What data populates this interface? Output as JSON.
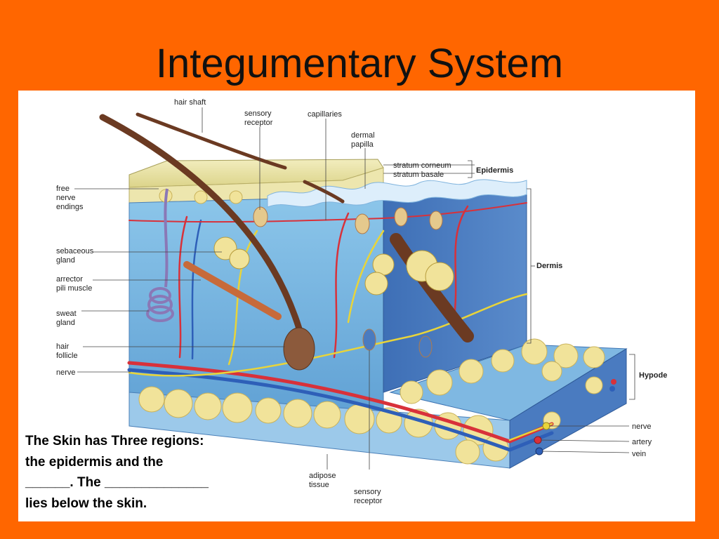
{
  "slide": {
    "title": "Integumentary System"
  },
  "labels": {
    "hair_shaft": "hair shaft",
    "sensory_receptor_top": [
      "sensory",
      "receptor"
    ],
    "capillaries": "capillaries",
    "dermal_papilla": [
      "dermal",
      "papilla"
    ],
    "stratum_corneum": "stratum corneum",
    "stratum_basale": "stratum basale",
    "epidermis": "Epidermis",
    "free_nerve_endings": [
      "free",
      "nerve",
      "endings"
    ],
    "sebaceous_gland": [
      "sebaceous",
      "gland"
    ],
    "arrector_pili_muscle": [
      "arrector",
      "pili muscle"
    ],
    "sweat_gland": [
      "sweat",
      "gland"
    ],
    "hair_follicle": [
      "hair",
      "follicle"
    ],
    "nerve_left": "nerve",
    "dermis": "Dermis",
    "hypodermis": "Hypode",
    "nerve_right": "nerve",
    "artery": "artery",
    "vein": "vein",
    "adipose_tissue": [
      "adipose",
      "tissue"
    ],
    "sensory_receptor_bottom": [
      "sensory",
      "receptor"
    ]
  },
  "caption": {
    "line1": "The Skin has Three regions:",
    "line2": "the epidermis and the",
    "line3": "______. The ______________",
    "line4": "lies below the skin."
  },
  "colors": {
    "background": "#FF6600",
    "dermis": "#6FB0DD",
    "epidermis": "#E9E3A8",
    "fat": "#F1E39A",
    "hair": "#6B3A22",
    "artery": "#D8313A",
    "vein": "#2E5FB8",
    "nerve": "#E8D43A"
  }
}
